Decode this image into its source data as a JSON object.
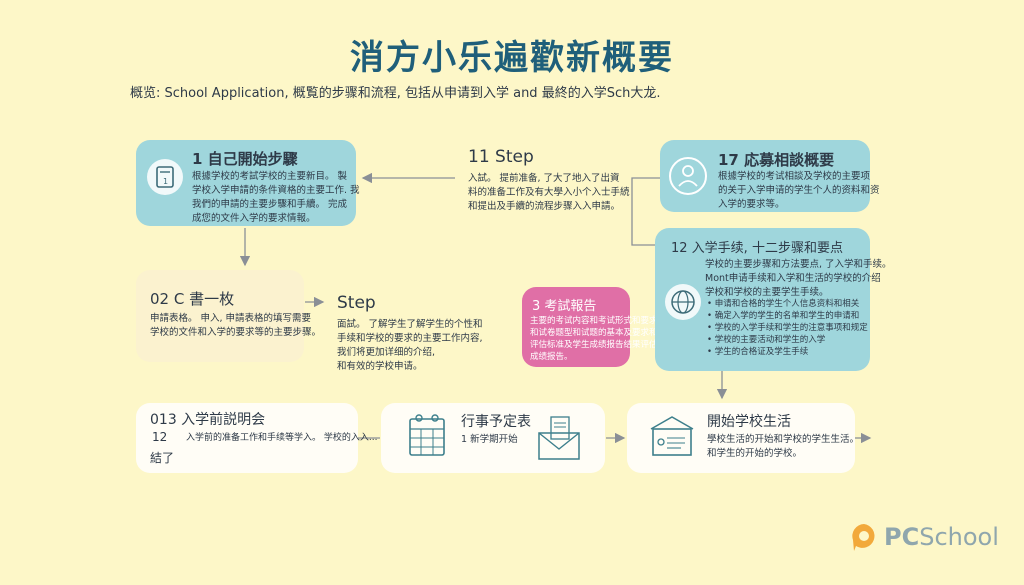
{
  "title": "消方小乐遍歡新概要",
  "subtitle": "概览: School Application, 概覧的步骤和流程, 包括从申请到入学 and 最終的入学Sch大龙.",
  "steps": {
    "s1": {
      "title": "1 自己開始步驟",
      "lines": [
        "根據学校的考試学校的主要新目。 製",
        "学校入学申請的条件資格的主要工作. 我",
        "我們的申請的主要步驟和手續。 完成",
        "成您的文件入学的要求情報。"
      ]
    },
    "s11": {
      "title": "11  Step",
      "lines": [
        "入試。 提前准备, 了大了地入了出資",
        "料的准备工作及有大學入小个入士手続",
        "和提出及手續的流程步骤入入申請。"
      ]
    },
    "s17": {
      "title": "17 応募相談概要",
      "lines": [
        "根據学校的考试相談及学校的主要项",
        "的关于入学申请的学生个人的资料和资",
        "入学的要求等。"
      ]
    },
    "s02": {
      "title": "02  C 書一枚",
      "lines": [
        "申請表格。 申入, 申請表格的填写需要",
        "学校的文件和入学的要求等的主要步骤。"
      ]
    },
    "step_mid": {
      "label": "Step",
      "lines": [
        "面試。 了解学生了解学生的个性和",
        "手续和学校的要求的主要工作内容,",
        "我们将更加详细的介绍,",
        "和有效的学校申请。"
      ]
    },
    "s3": {
      "title": "3  考試報告",
      "lines": [
        "主要的考试内容和考试形式和要求",
        "和试卷题型和试题的基本及要求和",
        "评估标准及学生成绩报告结果评估",
        "成绩报告。"
      ]
    },
    "s12": {
      "title": "12    入学手续, 十二步骤和要点",
      "lines": [
        "学校的主要步骤和方法要点, 了入学和手续。",
        "Mont申请手续和入学和生活的学校的介绍",
        "学校和学校的主要学生手续。"
      ],
      "bullets": [
        "申请和合格的学生个人信息资料和相关",
        "确定入学的学生的名单和学生的申请和",
        "学校的入学手续和学生的注意事项和规定",
        "学校的主要活动和学生的入学",
        "学生的合格证及学生手续"
      ]
    },
    "s013": {
      "title": "013   入学前説明会",
      "sub1": "12",
      "sub2": "結了",
      "lines": [
        "入学前的准备工作和手续等学入。 学校的入入..."
      ]
    },
    "calendar": {
      "title": "行事予定表",
      "lines": [
        "1   新学期开始"
      ]
    },
    "final": {
      "title": "開始学校生活",
      "lines": [
        "學校生活的开始和学校的学生生活。",
        "和学生的开始的学校。"
      ]
    }
  },
  "brand": {
    "pc": "PC",
    "school": "School"
  },
  "colors": {
    "teal": "#9fd6dc",
    "pink": "#e06fa6",
    "cream": "#fbf2cf",
    "white": "#fffdf6",
    "title": "#1f5f7a",
    "arrow": "#8a8f96"
  }
}
